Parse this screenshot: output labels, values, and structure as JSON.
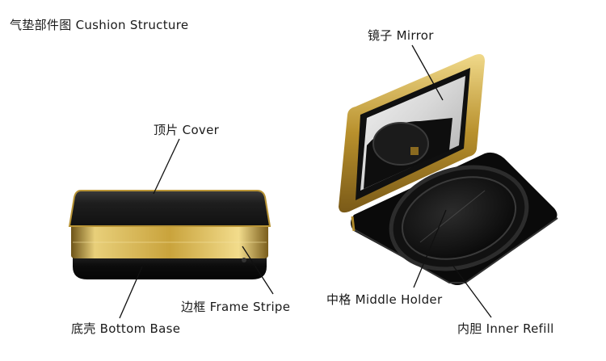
{
  "title": "气垫部件图  Cushion Structure",
  "labels": {
    "cover": "顶片 Cover",
    "frame_stripe": "边框 Frame Stripe",
    "bottom_base": "底壳 Bottom Base",
    "mirror": "镜子 Mirror",
    "middle_holder": "中格 Middle Holder",
    "inner_refill": "内胆 Inner Refill"
  },
  "colors": {
    "gold": "#c9a63c",
    "black": "#0b0b0b",
    "text": "#1a1a1a"
  }
}
